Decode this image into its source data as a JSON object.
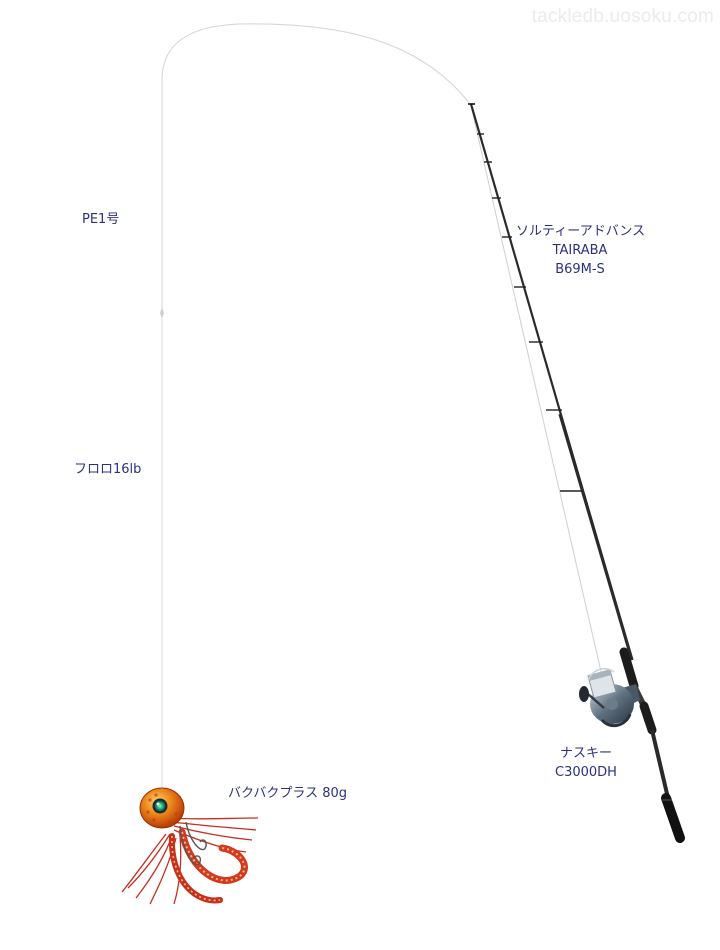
{
  "watermark": "tackledb.uosoku.com",
  "labels": {
    "mainline": "PE1号",
    "leader": "フロロ16lb",
    "rod": [
      "ソルティーアドバンス",
      "TAIRABA",
      "B69M-S"
    ],
    "reel": [
      "ナスキー",
      "C3000DH"
    ],
    "lure": "バクバクプラス 80g"
  },
  "colors": {
    "label_text": "#2b3180",
    "line": "#d0d0d0",
    "rod_blank": "#2a2a2a",
    "reel_body": "#3c4a57",
    "lure_head": "#e0600e",
    "lure_skirt": "#c62f1e"
  }
}
